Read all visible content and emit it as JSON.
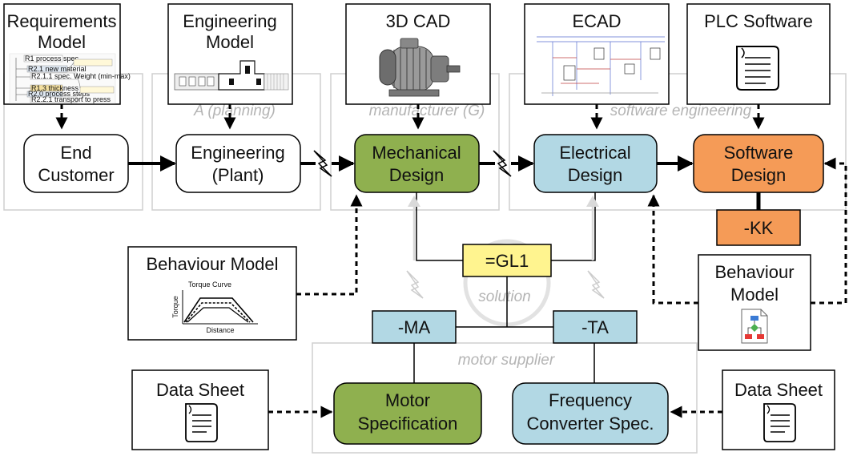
{
  "colors": {
    "green": "#8fb04f",
    "blue": "#b2d8e4",
    "orange": "#f59b57",
    "yellow": "#fff48f",
    "group_border": "#cfcfcf",
    "ghost_text": "#b4b4b4"
  },
  "sources": {
    "requirements_model": [
      "Requirements",
      "Model"
    ],
    "engineering_model": [
      "Engineering",
      "Model"
    ],
    "cad": "3D CAD",
    "ecad": "ECAD",
    "plc": "PLC Software"
  },
  "process": {
    "end_customer": [
      "End",
      "Customer"
    ],
    "engineering_plant": [
      "Engineering",
      "(Plant)"
    ],
    "mechanical_design": [
      "Mechanical",
      "Design"
    ],
    "electrical_design": [
      "Electrical",
      "Design"
    ],
    "software_design": [
      "Software",
      "Design"
    ]
  },
  "groups": {
    "planning": [
      "A (planning)"
    ],
    "manufacturer": [
      "manufacturer (G)"
    ],
    "software_engineering": [
      "software engineering"
    ],
    "motor_supplier": "motor supplier"
  },
  "kk": "-KK",
  "gl1": "=GL1",
  "ma": "-MA",
  "ta": "-TA",
  "solution_watermark": "solution",
  "behaviour_model_left": {
    "title": "Behaviour Model",
    "chart_title": "Torque Curve",
    "ylabel": "Torque",
    "xlabel": "Distance"
  },
  "behaviour_model_right": [
    "Behaviour",
    "Model"
  ],
  "data_sheet_left": "Data Sheet",
  "data_sheet_right": "Data Sheet",
  "motor_spec": [
    "Motor",
    "Specification"
  ],
  "fc_spec": [
    "Frequency",
    "Converter Spec."
  ],
  "req_thumbnail_lines": [
    "R1 process spec",
    "R2.1 new material",
    "R2.1.1 spec. Weight (min-max)",
    "R1.3 thickness",
    "R2.0 process steps",
    "R2.2.1 transport to press"
  ]
}
